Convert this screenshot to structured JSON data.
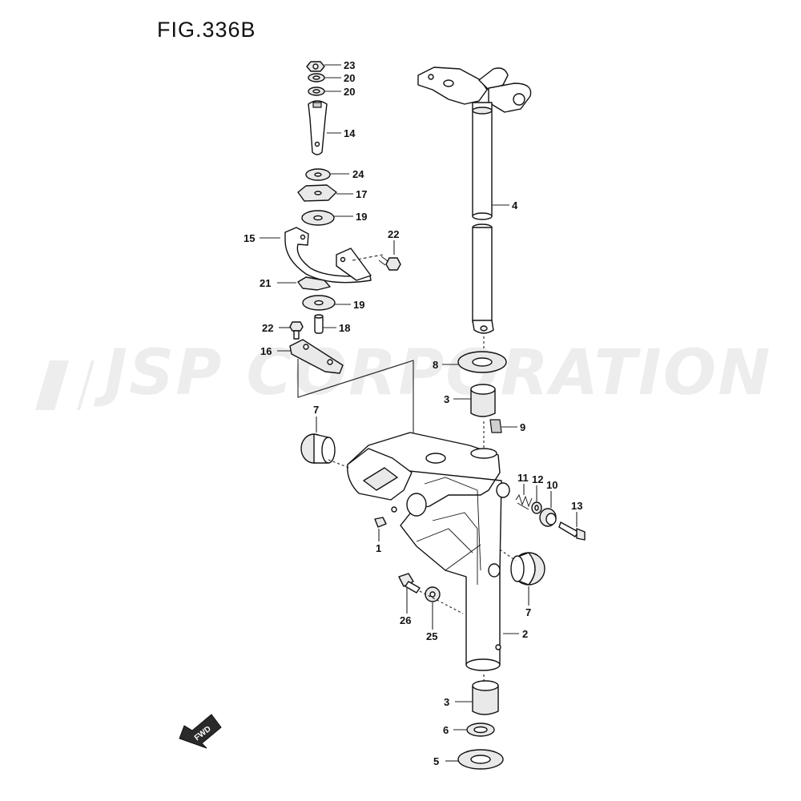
{
  "figure": {
    "title": "FIG.336B"
  },
  "watermark": {
    "text": "JSP CORPORATION"
  },
  "direction": {
    "label": "FWD"
  },
  "callouts": [
    {
      "id": "c23",
      "label": "23"
    },
    {
      "id": "c20a",
      "label": "20"
    },
    {
      "id": "c20b",
      "label": "20"
    },
    {
      "id": "c14",
      "label": "14"
    },
    {
      "id": "c24",
      "label": "24"
    },
    {
      "id": "c17",
      "label": "17"
    },
    {
      "id": "c19a",
      "label": "19"
    },
    {
      "id": "c15",
      "label": "15"
    },
    {
      "id": "c22a",
      "label": "22"
    },
    {
      "id": "c21",
      "label": "21"
    },
    {
      "id": "c19b",
      "label": "19"
    },
    {
      "id": "c22b",
      "label": "22"
    },
    {
      "id": "c18",
      "label": "18"
    },
    {
      "id": "c16",
      "label": "16"
    },
    {
      "id": "c4",
      "label": "4"
    },
    {
      "id": "c8",
      "label": "8"
    },
    {
      "id": "c3a",
      "label": "3"
    },
    {
      "id": "c9",
      "label": "9"
    },
    {
      "id": "c7a",
      "label": "7"
    },
    {
      "id": "c11",
      "label": "11"
    },
    {
      "id": "c12",
      "label": "12"
    },
    {
      "id": "c10",
      "label": "10"
    },
    {
      "id": "c13",
      "label": "13"
    },
    {
      "id": "c1",
      "label": "1"
    },
    {
      "id": "c7b",
      "label": "7"
    },
    {
      "id": "c26",
      "label": "26"
    },
    {
      "id": "c25",
      "label": "25"
    },
    {
      "id": "c2",
      "label": "2"
    },
    {
      "id": "c3b",
      "label": "3"
    },
    {
      "id": "c6",
      "label": "6"
    },
    {
      "id": "c5",
      "label": "5"
    }
  ]
}
